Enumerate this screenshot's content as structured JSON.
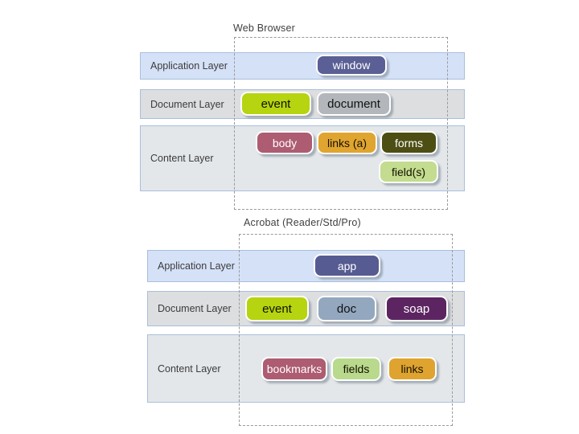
{
  "page": {
    "background": "#ffffff"
  },
  "palette": {
    "application_layer_band": "#d5e1f7",
    "document_layer_band": "#dcdee0",
    "content_layer_band": "#e3e7ea",
    "band_border": "#a9bfdc",
    "dashed_outline": "#9a9a9a",
    "label_text": "#3c3c3c"
  },
  "diagrams": [
    {
      "title": "Web Browser",
      "layers": [
        {
          "label": "Application Layer"
        },
        {
          "label": "Document Layer"
        },
        {
          "label": "Content Layer"
        }
      ],
      "nodes": [
        {
          "label": "window",
          "color": "#5a5f95",
          "text_color": "#ffffff"
        },
        {
          "label": "event",
          "color": "#b6d40f",
          "text_color": "#121200"
        },
        {
          "label": "document",
          "color": "#b3b7bb",
          "text_color": "#111111"
        },
        {
          "label": "body",
          "color": "#ad5c72",
          "text_color": "#ffffff"
        },
        {
          "label": "links (a)",
          "color": "#e0a430",
          "text_color": "#161200"
        },
        {
          "label": "forms",
          "color": "#4c4e14",
          "text_color": "#ffffff"
        },
        {
          "label": "field(s)",
          "color": "#c3dc8f",
          "text_color": "#121200"
        }
      ]
    },
    {
      "title": "Acrobat (Reader/Std/Pro)",
      "layers": [
        {
          "label": "Application Layer"
        },
        {
          "label": "Document Layer"
        },
        {
          "label": "Content Layer"
        }
      ],
      "nodes": [
        {
          "label": "app",
          "color": "#565b92",
          "text_color": "#ffffff"
        },
        {
          "label": "event",
          "color": "#b6d40f",
          "text_color": "#121200"
        },
        {
          "label": "doc",
          "color": "#93a7bf",
          "text_color": "#111111"
        },
        {
          "label": "soap",
          "color": "#5c2562",
          "text_color": "#ffffff"
        },
        {
          "label": "bookmarks",
          "color": "#ad5c72",
          "text_color": "#ffffff"
        },
        {
          "label": "fields",
          "color": "#b9d98d",
          "text_color": "#121200"
        },
        {
          "label": "links",
          "color": "#dfa32f",
          "text_color": "#161200"
        }
      ]
    }
  ]
}
